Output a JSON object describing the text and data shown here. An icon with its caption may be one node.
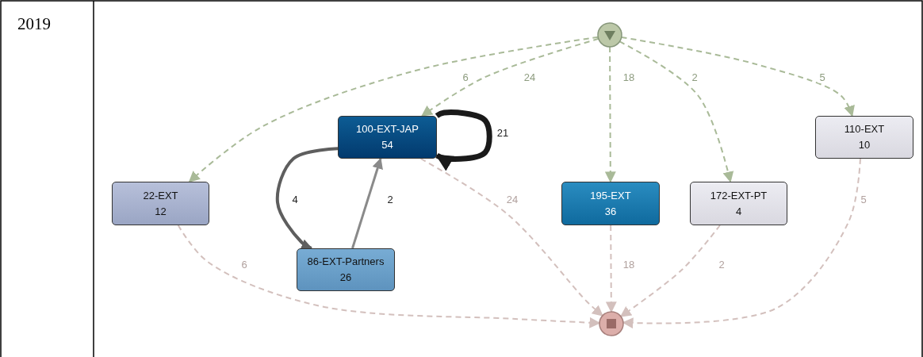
{
  "diagram": {
    "nodes": [
      {
        "text": [],
        "shape": "circle"
      },
      {
        "text": [
          "100-EXT-JAP",
          "54"
        ]
      },
      {
        "text": [
          "22-EXT",
          "12"
        ]
      },
      {
        "text": [
          "86-EXT-Partners",
          "26"
        ]
      },
      {
        "text": [
          "195-EXT",
          "36"
        ]
      },
      {
        "text": [
          "172-EXT-PT",
          "4"
        ]
      },
      {
        "text": [
          "110-EXT",
          "10"
        ]
      },
      {
        "text": [],
        "shape": "circle"
      }
    ],
    "edges": [
      {
        "from": 0,
        "to": 2,
        "arrow": "to",
        "label": "6",
        "style": "dashed",
        "color": "#a9ba98"
      },
      {
        "from": 0,
        "to": 1,
        "arrow": "to",
        "label": "24",
        "style": "dashed",
        "color": "#a9ba98"
      },
      {
        "from": 0,
        "to": 4,
        "arrow": "to",
        "label": "18",
        "style": "dashed",
        "color": "#a9ba98"
      },
      {
        "from": 0,
        "to": 5,
        "arrow": "to",
        "label": "2",
        "style": "dashed",
        "color": "#a9ba98"
      },
      {
        "from": 0,
        "to": 6,
        "arrow": "to",
        "label": "5",
        "style": "dashed",
        "color": "#a9ba98"
      },
      {
        "from": 1,
        "to": 1,
        "arrow": "to",
        "label": "21",
        "style": "thick",
        "color": "#1a1a1a"
      },
      {
        "from": 1,
        "to": 3,
        "arrow": "to",
        "label": "4",
        "style": "thick",
        "color": "#5e5e5e"
      },
      {
        "from": 3,
        "to": 1,
        "arrow": "to",
        "label": "2",
        "color": "#8a8a8a"
      },
      {
        "from": 1,
        "to": 7,
        "arrow": "to",
        "label": "24",
        "style": "dashed",
        "color": "#d3c0bd"
      },
      {
        "from": 2,
        "to": 7,
        "arrow": "to",
        "label": "6",
        "style": "dashed",
        "color": "#d3c0bd"
      },
      {
        "from": 4,
        "to": 7,
        "arrow": "to",
        "label": "18",
        "style": "dashed",
        "color": "#d3c0bd"
      },
      {
        "from": 5,
        "to": 7,
        "arrow": "to",
        "label": "2",
        "style": "dashed",
        "color": "#d3c0bd"
      },
      {
        "from": 6,
        "to": 7,
        "arrow": "to",
        "label": "5",
        "style": "dashed",
        "color": "#d3c0bd"
      }
    ],
    "labels": [
      "2019"
    ]
  }
}
